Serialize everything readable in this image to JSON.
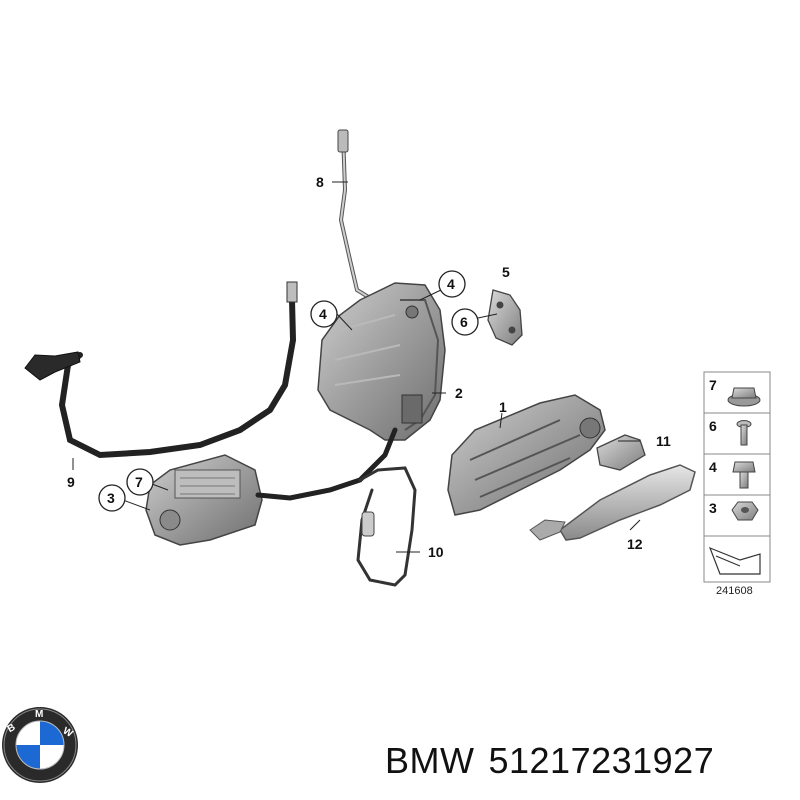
{
  "callouts": {
    "c1": "1",
    "c2": "2",
    "c3": "3",
    "c4a": "4",
    "c4b": "4",
    "c5": "5",
    "c6": "6",
    "c7": "7",
    "c8": "8",
    "c9": "9",
    "c10": "10",
    "c11": "11",
    "c12": "12"
  },
  "legend": {
    "items": [
      "7",
      "6",
      "4",
      "3"
    ],
    "diagram_id": "241608"
  },
  "logo": {
    "letters": "BMW"
  },
  "caption": {
    "brand": "BMW",
    "part_number": "51217231927"
  },
  "colors": {
    "part_gray": "#9a9a9a",
    "dark": "#333333",
    "bmw_blue": "#1c69d4"
  }
}
